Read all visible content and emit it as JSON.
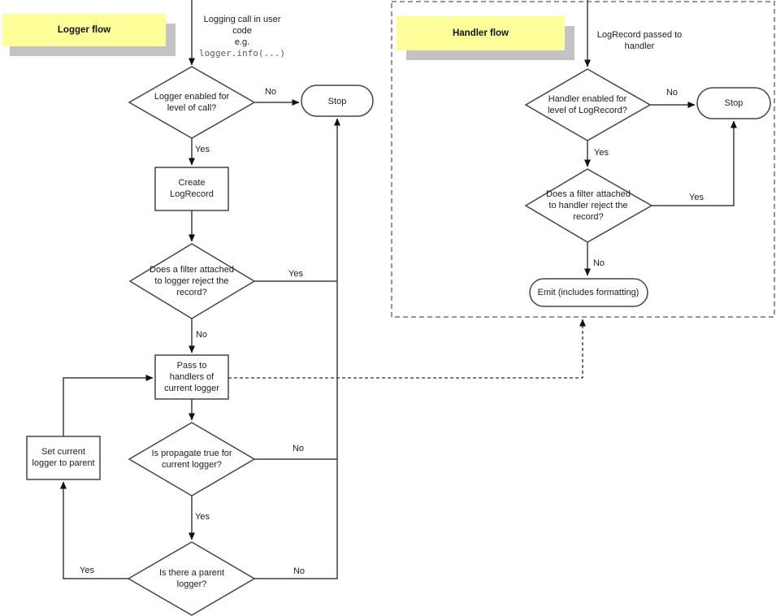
{
  "colors": {
    "note_fill": "#ffff99",
    "note_shadow": "#c3c3c3",
    "line_stroke": "#3f3f3f",
    "boundary_stroke": "#8a8a8a",
    "code_text": "#5a5a5a"
  },
  "labels": {
    "yes": "Yes",
    "no": "No",
    "stop": "Stop"
  },
  "logger_flow": {
    "title": "Logger flow",
    "entry": {
      "lines": [
        "Logging call in user",
        "code",
        "e.g."
      ],
      "code": "logger.info(...)"
    },
    "enabled_diamond": {
      "lines": [
        "Logger enabled for",
        "level of call?"
      ]
    },
    "create_box": {
      "lines": [
        "Create",
        "LogRecord"
      ]
    },
    "filter_diamond": {
      "lines": [
        "Does a filter attached",
        "to logger reject the",
        "record?"
      ]
    },
    "pass_box": {
      "lines": [
        "Pass to",
        "handlers of",
        "current logger"
      ]
    },
    "propagate_diamond": {
      "lines": [
        "Is propagate true for",
        "current logger?"
      ]
    },
    "parent_diamond": {
      "lines": [
        "Is there a parent",
        "logger?"
      ]
    },
    "set_parent_box": {
      "lines": [
        "Set current",
        "logger to parent"
      ]
    }
  },
  "handler_flow": {
    "title": "Handler flow",
    "entry": {
      "lines": [
        "LogRecord passed to",
        "handler"
      ]
    },
    "enabled_diamond": {
      "lines": [
        "Handler enabled for",
        "level of LogRecord?"
      ]
    },
    "filter_diamond": {
      "lines": [
        "Does a filter attached",
        "to handler reject the",
        "record?"
      ]
    },
    "emit_box": {
      "label": "Emit (includes formatting)"
    }
  }
}
